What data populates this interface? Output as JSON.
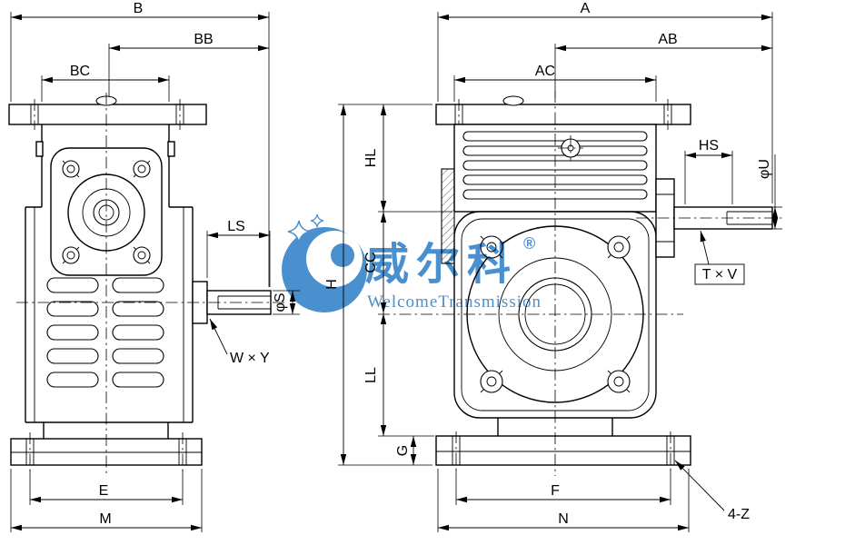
{
  "left_view": {
    "dim_B": "B",
    "dim_BB": "BB",
    "dim_BC": "BC",
    "dim_LS": "LS",
    "dim_phi_S": "φS",
    "dim_WxY": "W × Y",
    "dim_E": "E",
    "dim_M": "M"
  },
  "right_view": {
    "dim_A": "A",
    "dim_AB": "AB",
    "dim_AC": "AC",
    "dim_HL": "HL",
    "dim_CC": "CC",
    "dim_H": "H",
    "dim_LL": "LL",
    "dim_G": "G",
    "dim_HS": "HS",
    "dim_phi_U": "φU",
    "dim_TxV": "T × V",
    "dim_F": "F",
    "dim_N": "N",
    "dim_4Z": "4-Z"
  },
  "watermark": {
    "brand": "威尔科",
    "registered_mark": "®",
    "subtitle": "WelcomeTransmission",
    "color": "#2a7bc6"
  }
}
